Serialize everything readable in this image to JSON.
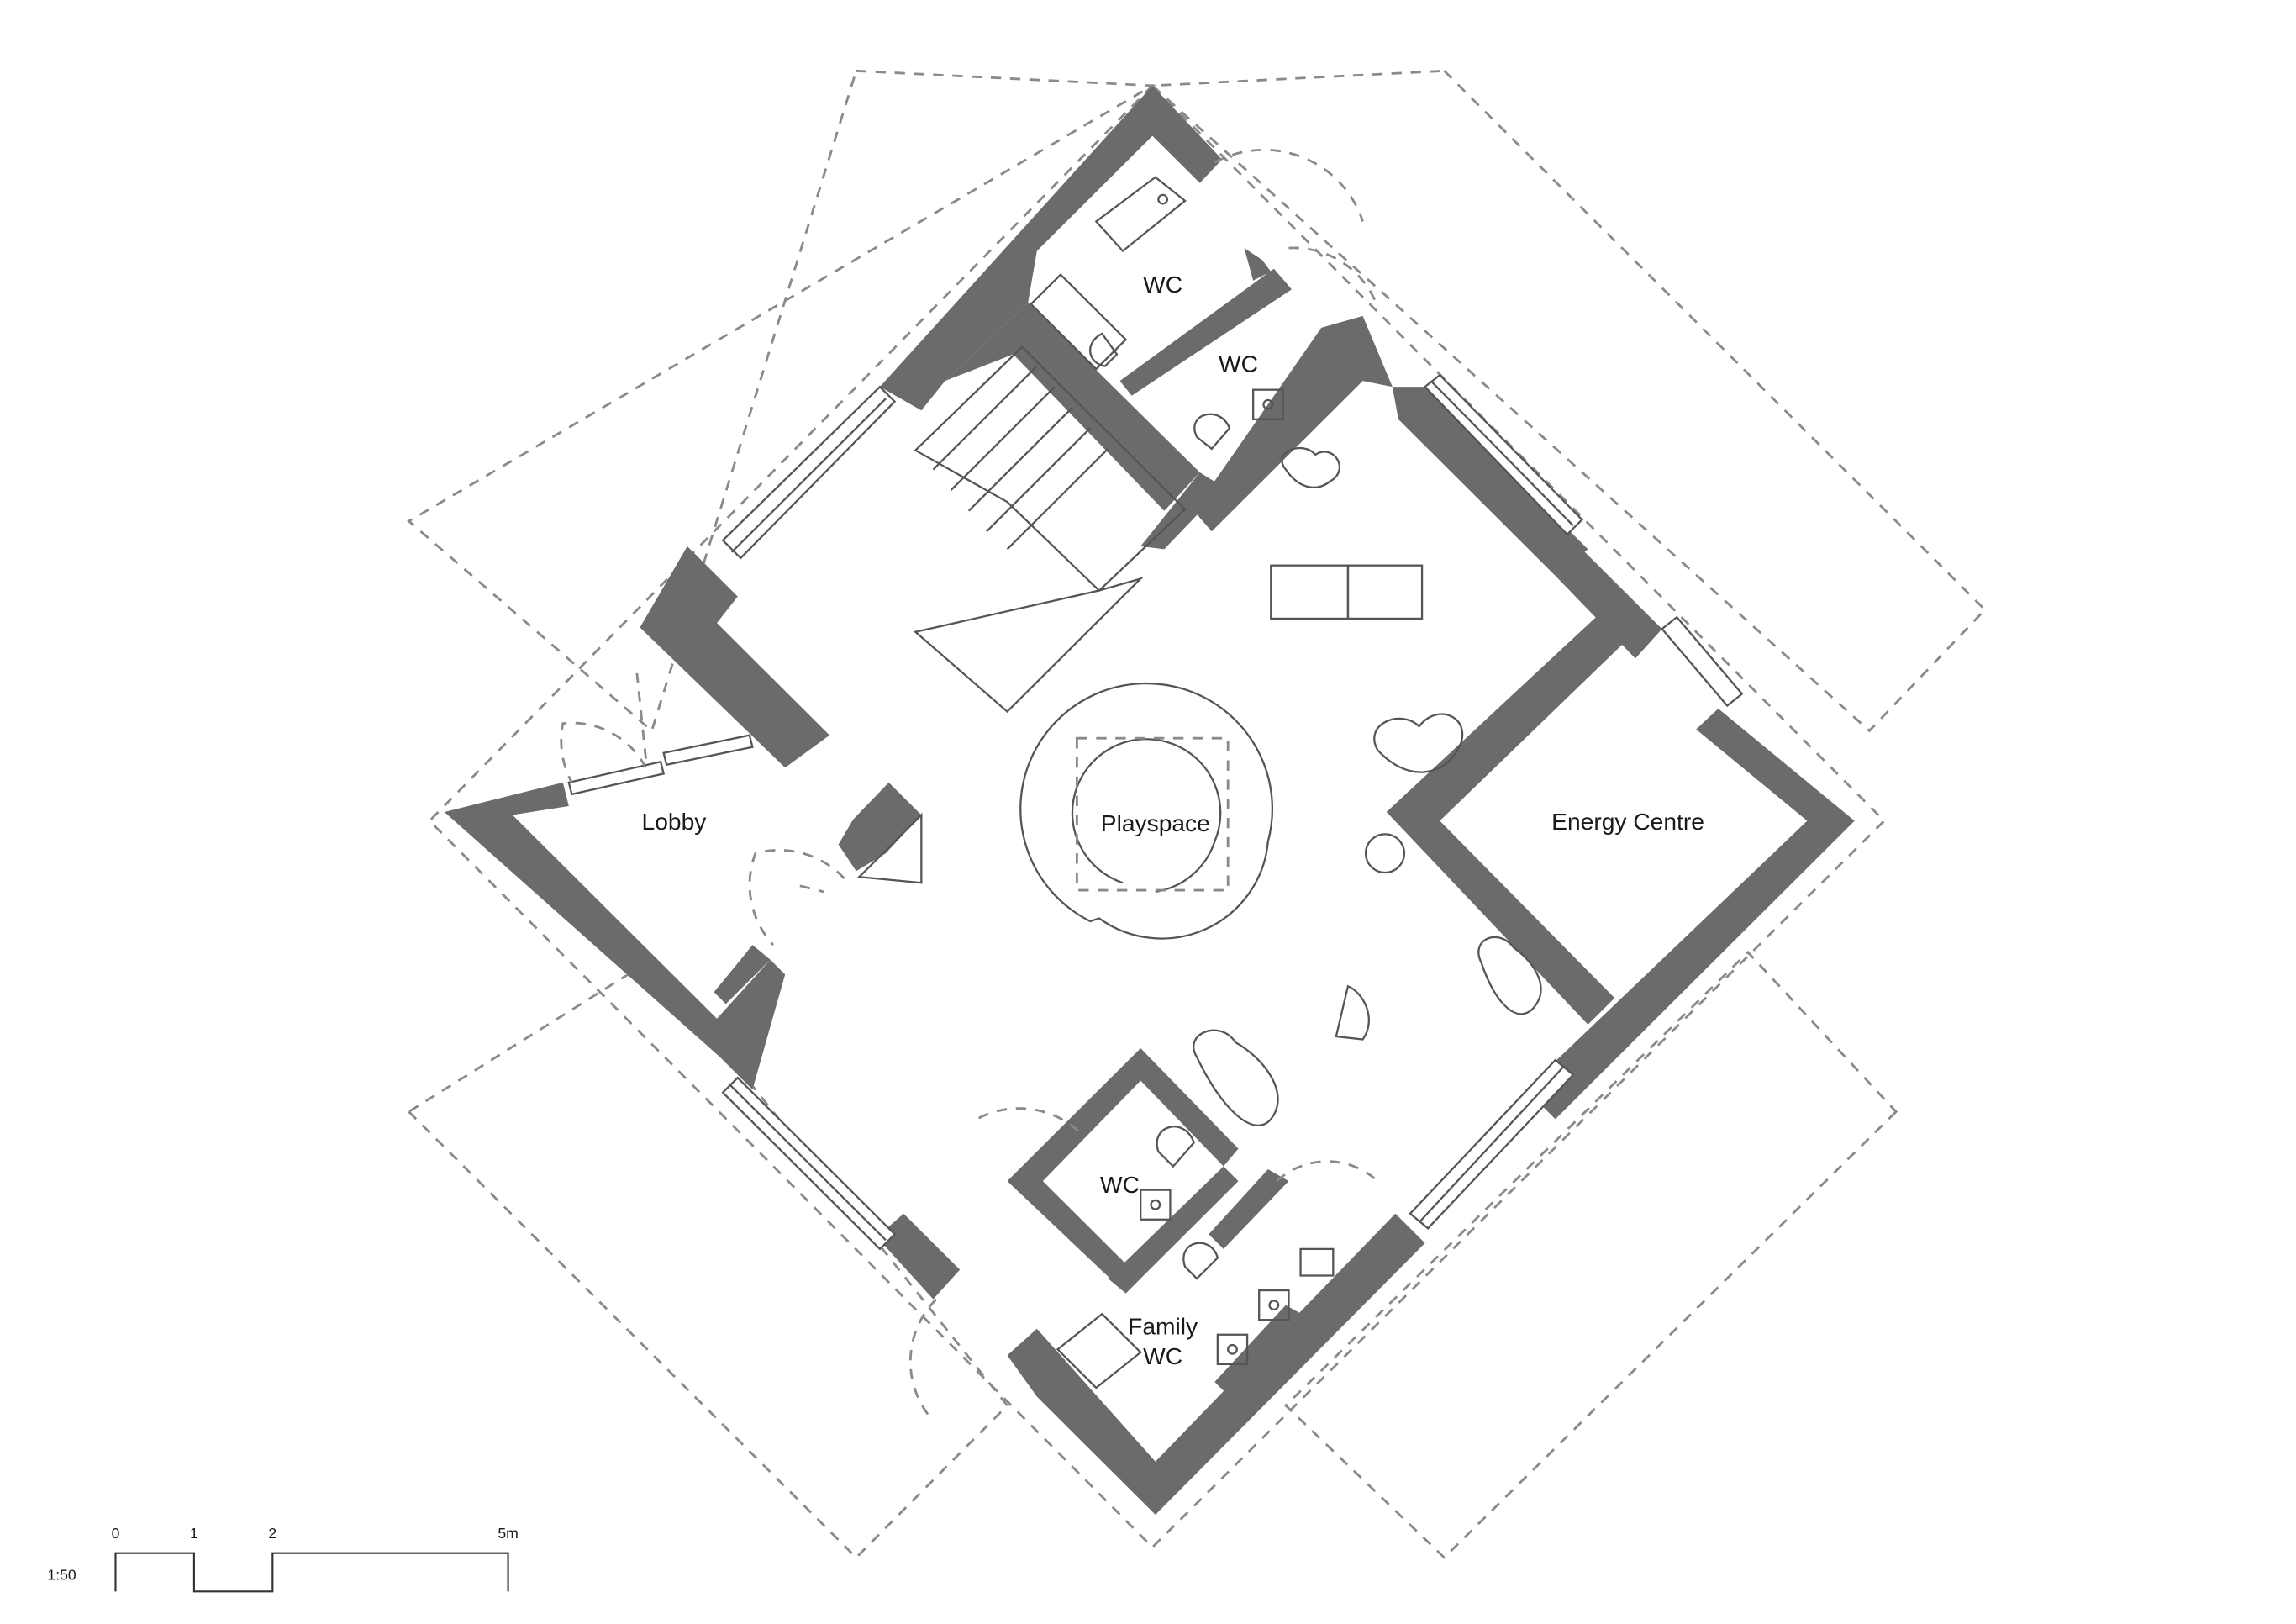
{
  "rooms": {
    "wc_upper_left": "WC",
    "wc_upper_right": "WC",
    "lobby": "Lobby",
    "playspace": "Playspace",
    "energy_centre": "Energy Centre",
    "wc_lower": "WC",
    "family_wc_line1": "Family",
    "family_wc_line2": "WC"
  },
  "scale_bar": {
    "ratio": "1:50",
    "ticks": [
      "0",
      "1",
      "2",
      "5m"
    ]
  },
  "colors": {
    "wall": "#6b6b6b",
    "line": "#555555",
    "dashed": "#8a8a8a",
    "background": "#ffffff"
  }
}
